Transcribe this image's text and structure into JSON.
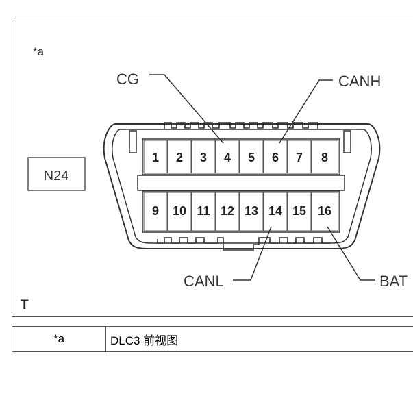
{
  "diagram": {
    "corner_label": "*a",
    "view_mark": "T",
    "connector_code": "N24",
    "pins_top": [
      "1",
      "2",
      "3",
      "4",
      "5",
      "6",
      "7",
      "8"
    ],
    "pins_bottom": [
      "9",
      "10",
      "11",
      "12",
      "13",
      "14",
      "15",
      "16"
    ],
    "callouts": {
      "cg": "CG",
      "canh": "CANH",
      "canl": "CANL",
      "bat": "BAT"
    }
  },
  "legend": {
    "rows": [
      {
        "key": "*a",
        "value": "DLC3 前视图"
      }
    ]
  },
  "colors": {
    "line": "#333333",
    "frame": "#555555"
  }
}
